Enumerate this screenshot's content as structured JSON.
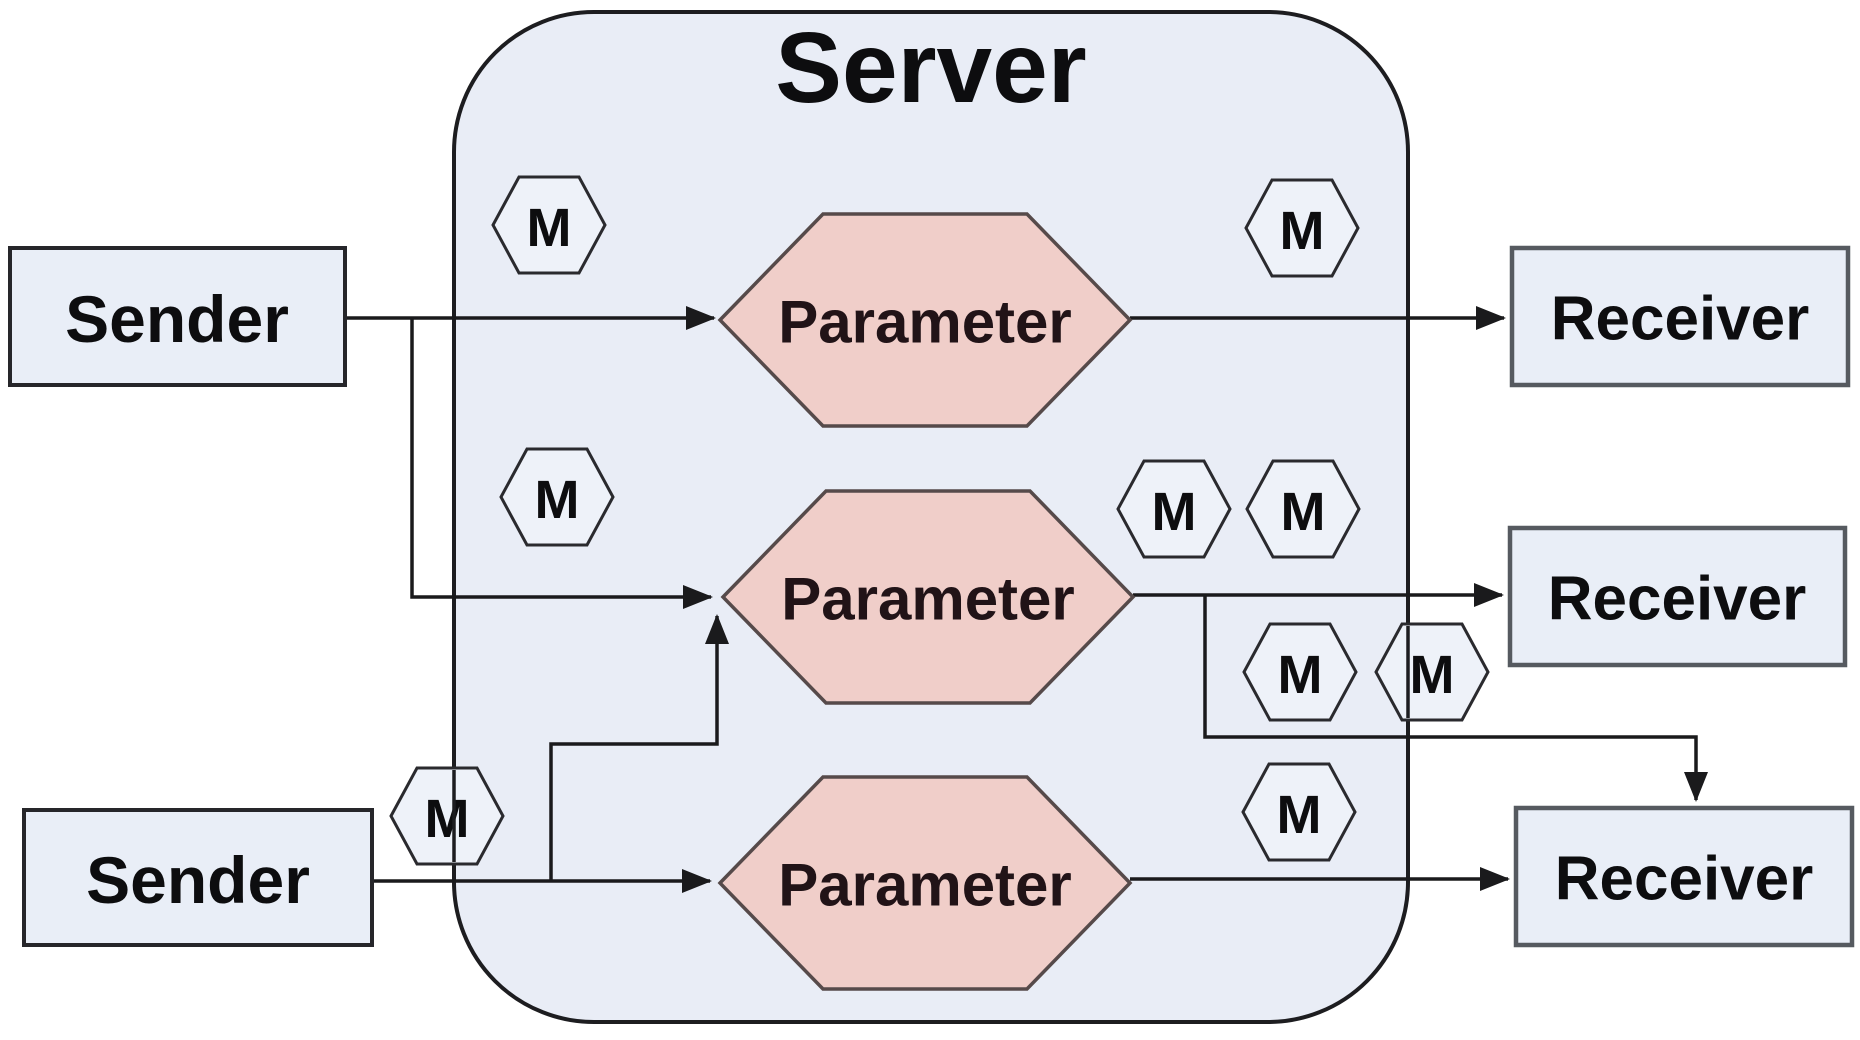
{
  "title": "Server",
  "senders": [
    {
      "label": "Sender"
    },
    {
      "label": "Sender"
    }
  ],
  "receivers": [
    {
      "label": "Receiver"
    },
    {
      "label": "Receiver"
    },
    {
      "label": "Receiver"
    }
  ],
  "parameters": [
    {
      "label": "Parameter"
    },
    {
      "label": "Parameter"
    },
    {
      "label": "Parameter"
    }
  ],
  "markers": [
    {
      "label": "M"
    },
    {
      "label": "M"
    },
    {
      "label": "M"
    },
    {
      "label": "M"
    },
    {
      "label": "M"
    },
    {
      "label": "M"
    },
    {
      "label": "M"
    },
    {
      "label": "M"
    },
    {
      "label": "M"
    }
  ],
  "colors": {
    "canvas_bg": "#ffffff",
    "server_fill": "#e9edf6",
    "server_border": "#1d1d20",
    "node_fill": "#e9eef7",
    "sender_border": "#26262a",
    "receiver_border": "#565a60",
    "parameter_fill": "#f0cec9",
    "parameter_border": "#564a4a",
    "parameter_text": "#211317",
    "marker_fill": "#eef2f9",
    "marker_border": "#2a2a2e",
    "line_color": "#1a1a1c",
    "text_color": "#0d0d0f"
  }
}
